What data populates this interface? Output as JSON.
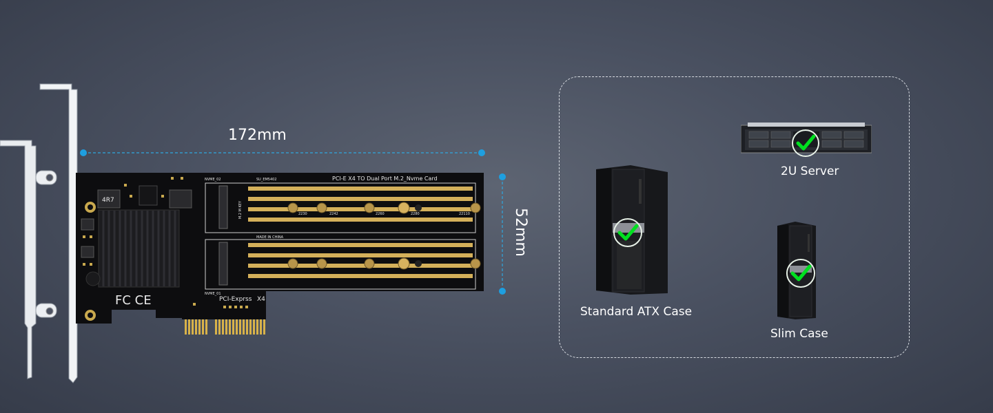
{
  "dimensions": {
    "length": "172mm",
    "height": "52mm"
  },
  "card": {
    "title": "PCI-E  X4  TO  Dual  Port  M.2_Nvme  Card",
    "slot_top": "NVME_02",
    "slot_bottom": "NVME_01",
    "model": "SU_EM5402",
    "made_in": "MADE IN CHINA",
    "interface": "PCI-Exprss",
    "lanes": "X4",
    "inductor": "4R7",
    "sizes": [
      "2230",
      "2242",
      "2260",
      "2280",
      "22110"
    ],
    "cert": "FC CE",
    "key_label": "M.2 M KEY"
  },
  "compatibility": {
    "items": [
      {
        "label": "2U Server"
      },
      {
        "label": "Standard ATX Case"
      },
      {
        "label": "Slim Case"
      }
    ],
    "check_color": "#00e020"
  }
}
